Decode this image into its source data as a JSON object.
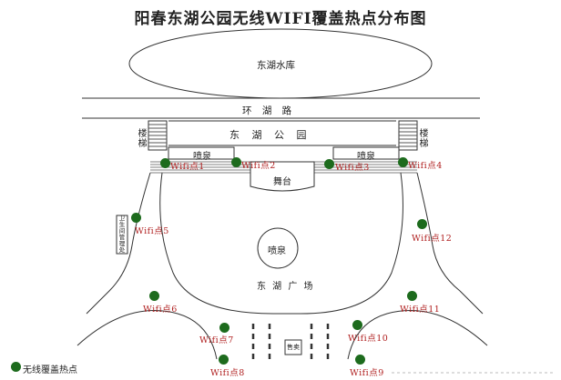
{
  "title": "阳春东湖公园无线WIFI覆盖热点分布图",
  "labels": {
    "reservoir": "东湖水库",
    "ring_road": "环 湖 路",
    "park": "东 湖 公 园",
    "stairs_left": "楼梯",
    "stairs_right": "楼梯",
    "fountain_left": "喷泉",
    "fountain_right": "喷泉",
    "stage": "舞台",
    "fountain_center": "喷泉",
    "plaza": "东 湖 广 场",
    "side_building": "卫生间管理处",
    "kiosk": "售卖"
  },
  "hotspots": [
    {
      "id": "1",
      "label": "Wifi点1"
    },
    {
      "id": "2",
      "label": "Wifi点2"
    },
    {
      "id": "3",
      "label": "Wifi点3"
    },
    {
      "id": "4",
      "label": "Wifi点4"
    },
    {
      "id": "5",
      "label": "Wifi点5"
    },
    {
      "id": "6",
      "label": "Wifi点6"
    },
    {
      "id": "7",
      "label": "Wifi点7"
    },
    {
      "id": "8",
      "label": "Wifi点8"
    },
    {
      "id": "9",
      "label": "Wifi点9"
    },
    {
      "id": "10",
      "label": "Wifi点10"
    },
    {
      "id": "11",
      "label": "Wifi点11"
    },
    {
      "id": "12",
      "label": "Wifi点12"
    }
  ],
  "legend": {
    "label": "无线覆盖热点",
    "color": "#1d6b1d"
  }
}
